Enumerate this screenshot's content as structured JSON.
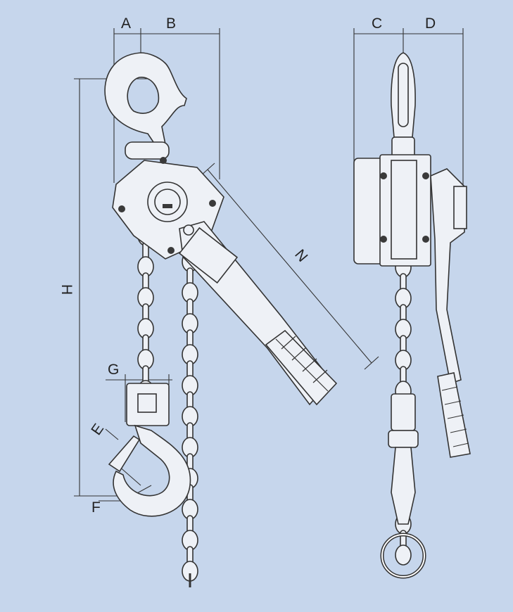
{
  "labels": {
    "a": "A",
    "b": "B",
    "c": "C",
    "d": "D",
    "h": "H",
    "n": "N",
    "g": "G",
    "e": "E",
    "f": "F"
  },
  "colors": {
    "background": "#c6d6ec",
    "part_fill": "#eef1f6",
    "outline": "#333333"
  }
}
